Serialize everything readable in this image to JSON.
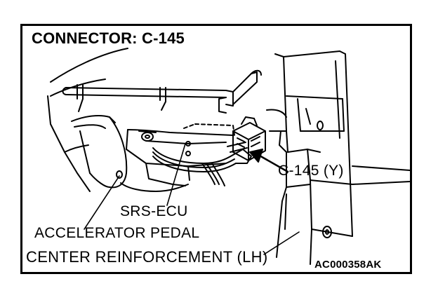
{
  "diagram": {
    "title": "CONNECTOR: C-145",
    "callouts": {
      "connector": "C-145 (Y)",
      "ecu": "SRS-ECU",
      "pedal": "ACCELERATOR PEDAL",
      "reinforcement": "CENTER REINFORCEMENT (LH)"
    },
    "figure_code": "AC000358AK"
  }
}
